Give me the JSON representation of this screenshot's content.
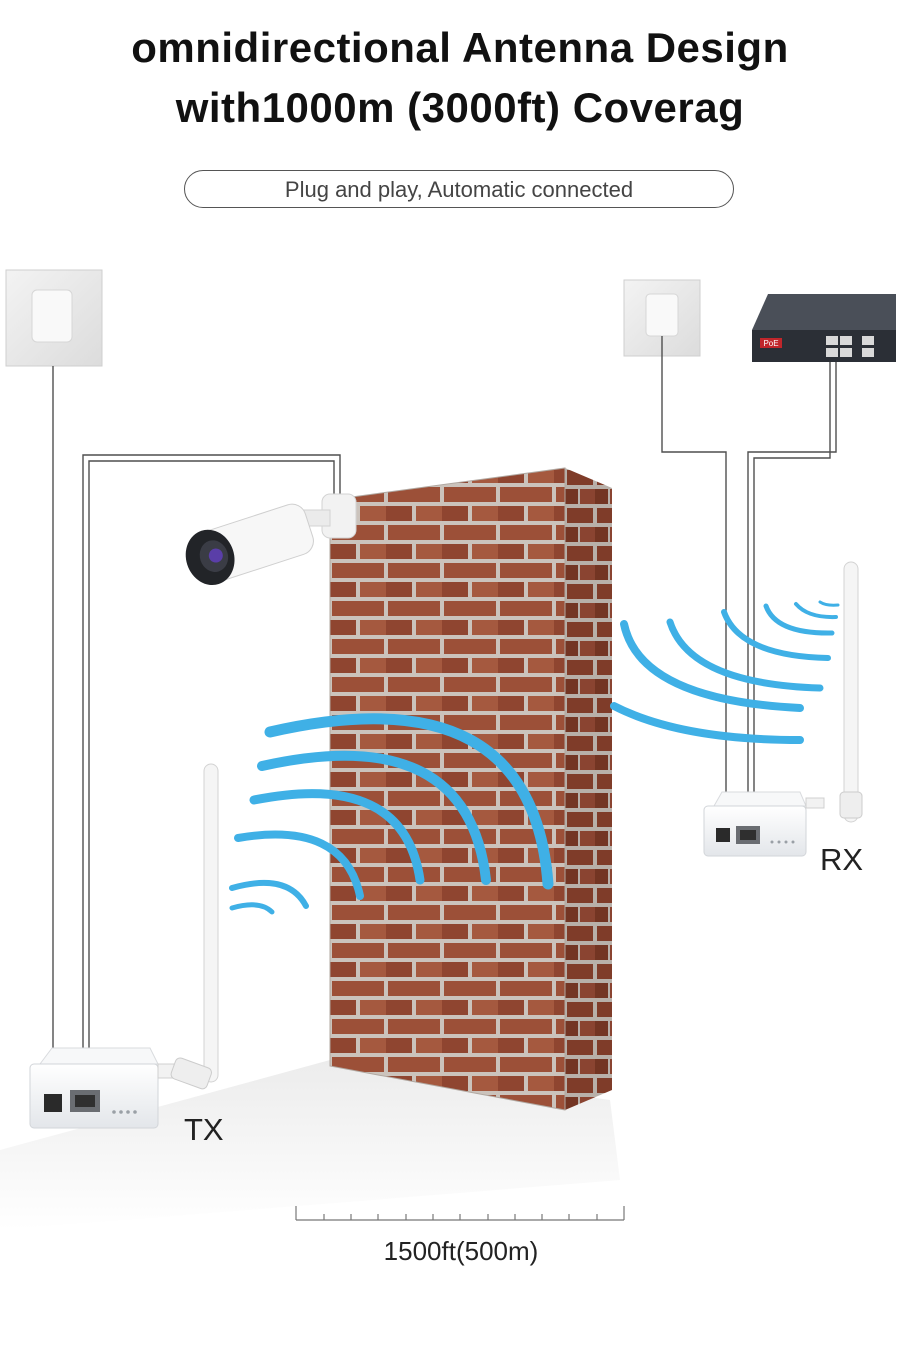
{
  "header": {
    "title_line1": "omnidirectional Antenna Design",
    "title_line2": "with1000m (3000ft) Coverag",
    "subtitle": "Plug and play, Automatic connected"
  },
  "devices": {
    "rx_label": "RX",
    "tx_label": "TX"
  },
  "switch": {
    "badge": "PoE"
  },
  "distance": {
    "label": "1500ft(500m)"
  },
  "colors": {
    "signal": "#3fb0e6",
    "brick": "#9a4e35",
    "mortar": "#cfc7c0",
    "device": "#eef0f2",
    "cable": "#555555"
  },
  "icons": [
    "power-adapter-icon",
    "poe-switch-icon",
    "camera-icon",
    "antenna-icon",
    "brick-wall-icon",
    "wifi-signal-icon"
  ]
}
